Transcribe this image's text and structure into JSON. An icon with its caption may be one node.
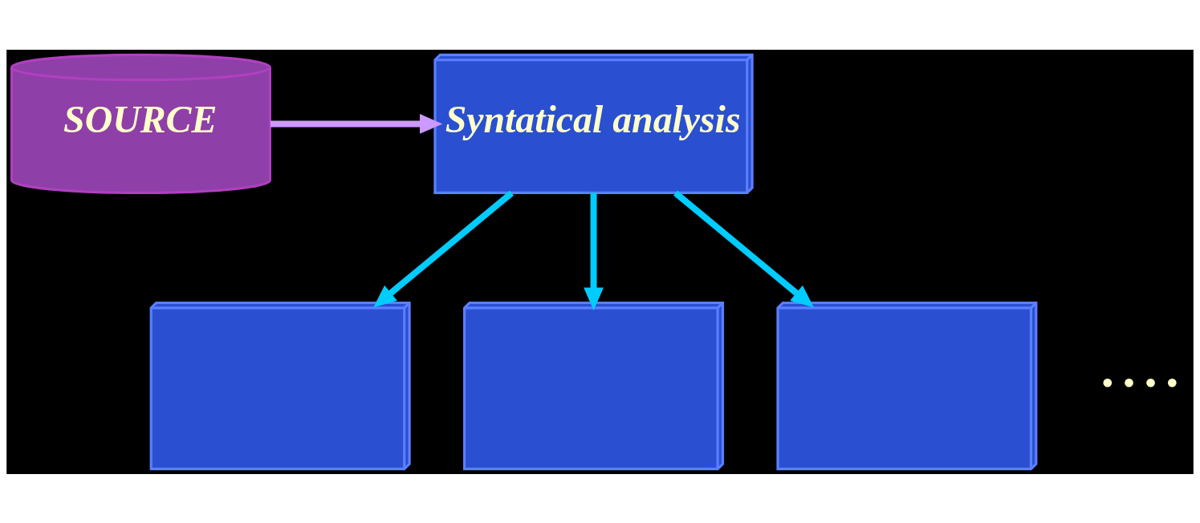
{
  "diagram": {
    "nodes": [
      {
        "text": [
          "SOURCE"
        ]
      },
      {
        "text": [
          "Syntatical analysis"
        ]
      },
      {
        "text": [],
        "shape": "box"
      },
      {
        "text": [],
        "shape": "box"
      },
      {
        "text": [],
        "shape": "box"
      }
    ],
    "edges": [
      {
        "from": 0,
        "to": 1,
        "arrow": "to",
        "color": "#cc99ff"
      },
      {
        "from": 1,
        "to": 2,
        "arrow": "to"
      },
      {
        "from": 1,
        "to": 3,
        "arrow": "to"
      },
      {
        "from": 1,
        "to": 4,
        "arrow": "to"
      }
    ],
    "labels": [
      "• • • •"
    ]
  }
}
